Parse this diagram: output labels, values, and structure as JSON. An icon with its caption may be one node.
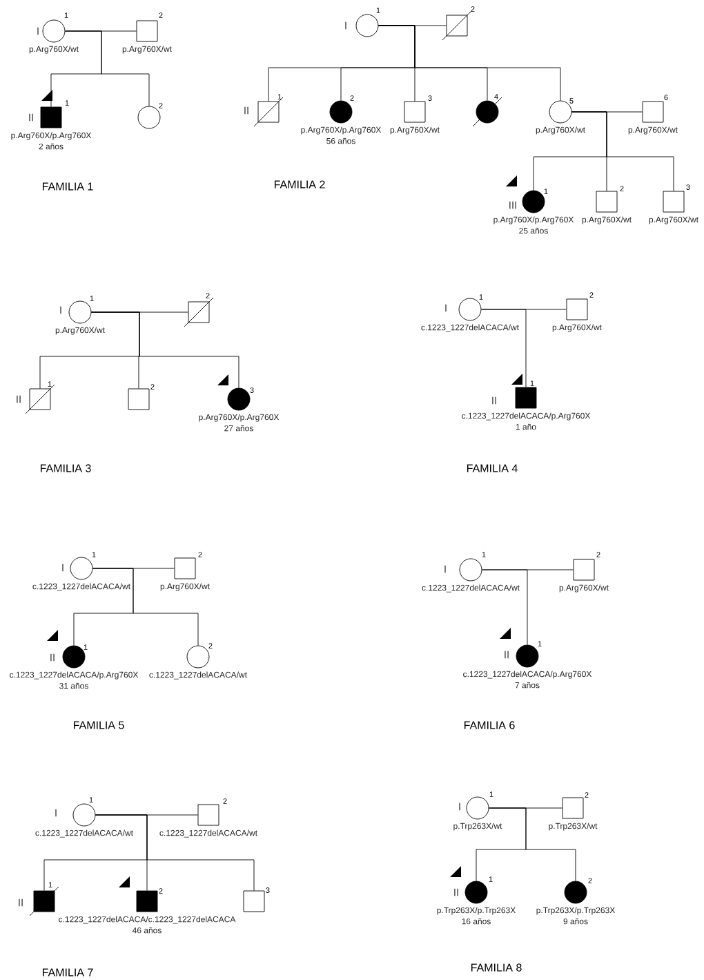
{
  "diagram": {
    "nodes": [
      {
        "text": [],
        "shape": "circle",
        "beside": [
          "1",
          "p.Arg760X/wt"
        ]
      },
      {
        "text": [],
        "shape": "box",
        "beside": [
          "2",
          "p.Arg760X/wt"
        ]
      },
      {
        "text": [],
        "shape": "box",
        "beside": [
          "1",
          "p.Arg760X/p.Arg760X",
          "2 años"
        ]
      },
      {
        "text": [],
        "shape": "circle",
        "beside": [
          "2"
        ]
      },
      {
        "text": [],
        "shape": "circle",
        "beside": [
          "1"
        ]
      },
      {
        "text": [],
        "shape": "box",
        "beside": [
          "2"
        ]
      },
      {
        "text": [],
        "shape": "box",
        "beside": [
          "1"
        ]
      },
      {
        "text": [],
        "shape": "circle",
        "beside": [
          "2",
          "p.Arg760X/p.Arg760X",
          "56 años"
        ]
      },
      {
        "text": [],
        "shape": "box",
        "beside": [
          "3",
          "p.Arg760X/wt"
        ]
      },
      {
        "text": [],
        "shape": "circle",
        "beside": [
          "4"
        ]
      },
      {
        "text": [],
        "shape": "circle",
        "beside": [
          "5",
          "p.Arg760X/wt"
        ]
      },
      {
        "text": [],
        "shape": "box",
        "beside": [
          "6",
          "p.Arg760X/wt"
        ]
      },
      {
        "text": [],
        "shape": "circle",
        "beside": [
          "1",
          "p.Arg760X/p.Arg760X",
          "25 años"
        ]
      },
      {
        "text": [],
        "shape": "box",
        "beside": [
          "2",
          "p.Arg760X/wt"
        ]
      },
      {
        "text": [],
        "shape": "box",
        "beside": [
          "3",
          "p.Arg760X/wt"
        ]
      },
      {
        "text": [],
        "shape": "circle",
        "beside": [
          "1",
          "p.Arg760X/wt"
        ]
      },
      {
        "text": [],
        "shape": "box",
        "beside": [
          "2"
        ]
      },
      {
        "text": [],
        "shape": "box",
        "beside": [
          "1"
        ]
      },
      {
        "text": [],
        "shape": "box",
        "beside": [
          "2"
        ]
      },
      {
        "text": [],
        "shape": "circle",
        "beside": [
          "3",
          "p.Arg760X/p.Arg760X",
          "27 años"
        ]
      },
      {
        "text": [],
        "shape": "circle",
        "beside": [
          "1",
          "c.1223_1227delACACA/wt"
        ]
      },
      {
        "text": [],
        "shape": "box",
        "beside": [
          "2",
          "p.Arg760X/wt"
        ]
      },
      {
        "text": [],
        "shape": "box",
        "beside": [
          "1",
          "c.1223_1227delACACA/p.Arg760X",
          "1 año"
        ]
      },
      {
        "text": [],
        "shape": "circle",
        "beside": [
          "1",
          "c.1223_1227delACACA/wt"
        ]
      },
      {
        "text": [],
        "shape": "box",
        "beside": [
          "2",
          "p.Arg760X/wt"
        ]
      },
      {
        "text": [],
        "shape": "circle",
        "beside": [
          "1",
          "c.1223_1227delACACA/p.Arg760X",
          "31 años"
        ]
      },
      {
        "text": [],
        "shape": "circle",
        "beside": [
          "2",
          "c.1223_1227delACACA/wt"
        ]
      },
      {
        "text": [],
        "shape": "circle",
        "beside": [
          "1",
          "c.1223_1227delACACA/wt"
        ]
      },
      {
        "text": [],
        "shape": "box",
        "beside": [
          "2",
          "p.Arg760X/wt"
        ]
      },
      {
        "text": [],
        "shape": "circle",
        "beside": [
          "1",
          "c.1223_1227delACACA/p.Arg760X",
          "7 años"
        ]
      },
      {
        "text": [],
        "shape": "circle",
        "beside": [
          "1",
          "c.1223_1227delACACA/wt"
        ]
      },
      {
        "text": [],
        "shape": "box",
        "beside": [
          "2",
          "c.1223_1227delACACA/wt"
        ]
      },
      {
        "text": [],
        "shape": "box",
        "beside": [
          "1"
        ]
      },
      {
        "text": [],
        "shape": "box",
        "beside": [
          "2",
          "c.1223_1227delACACA/c.1223_1227delACACA",
          "46 años"
        ]
      },
      {
        "text": [],
        "shape": "box",
        "beside": [
          "3"
        ]
      },
      {
        "text": [],
        "shape": "circle",
        "beside": [
          "1",
          "p.Trp263X/wt"
        ]
      },
      {
        "text": [],
        "shape": "box",
        "beside": [
          "2",
          "p.Trp263X/wt"
        ]
      },
      {
        "text": [],
        "shape": "circle",
        "beside": [
          "1",
          "p.Trp263X/p.Trp263X",
          "16 años"
        ]
      },
      {
        "text": [],
        "shape": "circle",
        "beside": [
          "2",
          "p.Trp263X/p.Trp263X",
          "9 años"
        ]
      }
    ],
    "edges": [
      {
        "from": 0,
        "to": 1,
        "arrow": "none"
      },
      {
        "from": 0,
        "to": 2,
        "arrow": "none"
      },
      {
        "from": 0,
        "to": 3,
        "arrow": "none"
      },
      {
        "from": 4,
        "to": 5,
        "arrow": "none"
      },
      {
        "from": 4,
        "to": 6,
        "arrow": "none"
      },
      {
        "from": 4,
        "to": 7,
        "arrow": "none"
      },
      {
        "from": 4,
        "to": 8,
        "arrow": "none"
      },
      {
        "from": 4,
        "to": 9,
        "arrow": "none"
      },
      {
        "from": 4,
        "to": 10,
        "arrow": "none"
      },
      {
        "from": 10,
        "to": 11,
        "arrow": "none"
      },
      {
        "from": 10,
        "to": 12,
        "arrow": "none"
      },
      {
        "from": 10,
        "to": 13,
        "arrow": "none"
      },
      {
        "from": 10,
        "to": 14,
        "arrow": "none"
      },
      {
        "from": 15,
        "to": 16,
        "arrow": "none"
      },
      {
        "from": 15,
        "to": 17,
        "arrow": "none"
      },
      {
        "from": 15,
        "to": 18,
        "arrow": "none"
      },
      {
        "from": 15,
        "to": 19,
        "arrow": "none"
      },
      {
        "from": 20,
        "to": 21,
        "arrow": "none"
      },
      {
        "from": 20,
        "to": 22,
        "arrow": "none"
      },
      {
        "from": 23,
        "to": 24,
        "arrow": "none"
      },
      {
        "from": 23,
        "to": 25,
        "arrow": "none"
      },
      {
        "from": 23,
        "to": 26,
        "arrow": "none"
      },
      {
        "from": 27,
        "to": 28,
        "arrow": "none"
      },
      {
        "from": 27,
        "to": 29,
        "arrow": "none"
      },
      {
        "from": 30,
        "to": 31,
        "arrow": "none"
      },
      {
        "from": 30,
        "to": 32,
        "arrow": "none"
      },
      {
        "from": 30,
        "to": 33,
        "arrow": "none"
      },
      {
        "from": 30,
        "to": 34,
        "arrow": "none"
      },
      {
        "from": 35,
        "to": 36,
        "arrow": "none"
      },
      {
        "from": 35,
        "to": 37,
        "arrow": "none"
      },
      {
        "from": 35,
        "to": 38,
        "arrow": "none"
      }
    ],
    "labels": [
      "I",
      "II",
      "FAMILIA 1",
      "I",
      "II",
      "III",
      "FAMILIA 2",
      "I",
      "II",
      "FAMILIA 3",
      "I",
      "II",
      "FAMILIA 4",
      "I",
      "II",
      "FAMILIA 5",
      "I",
      "II",
      "FAMILIA 6",
      "I",
      "II",
      "FAMILIA 7",
      "I",
      "II",
      "FAMILIA 8"
    ]
  }
}
